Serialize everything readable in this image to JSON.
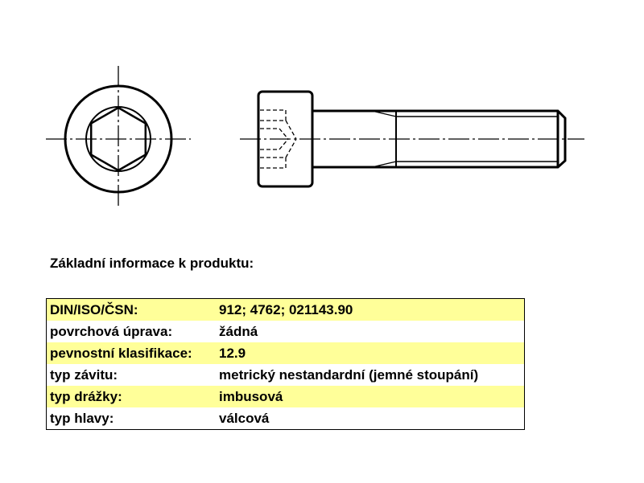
{
  "heading": "Základní informace k produktu:",
  "colors": {
    "row_highlight": "#ffff99",
    "line": "#000000"
  },
  "drawing": {
    "front_view": "socket-head-front-view",
    "side_view": "socket-head-cap-screw-side-view"
  },
  "rows": [
    {
      "label": "DIN/ISO/ČSN:",
      "value": "912; 4762; 021143.90"
    },
    {
      "label": "povrchová úprava:",
      "value": "žádná"
    },
    {
      "label": "pevnostní klasifikace:",
      "value": "12.9"
    },
    {
      "label": "typ závitu:",
      "value": "metrický nestandardní (jemné stoupání)"
    },
    {
      "label": "typ drážky:",
      "value": "imbusová"
    },
    {
      "label": "typ hlavy:",
      "value": "válcová"
    }
  ]
}
